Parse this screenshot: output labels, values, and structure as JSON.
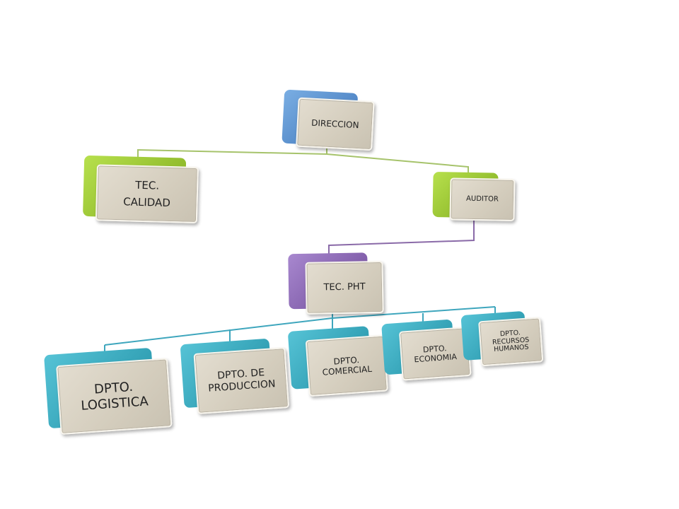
{
  "diagram": {
    "colors": {
      "blue": "#4f86c6",
      "green": "#8cbf2a",
      "purple": "#7e57a8",
      "teal": "#2c9fb5",
      "connector_green": "#a6c36b",
      "connector_purple": "#8a6aa8",
      "connector_teal": "#3ea6bd",
      "box_face": "#d8d2c4"
    },
    "nodes": {
      "direccion": "DIRECCION",
      "tec_calidad_line1": "TEC.",
      "tec_calidad_line2": "CALIDAD",
      "auditor": "AUDITOR",
      "tec_pht": "TEC. PHT",
      "logistica_line1": "DPTO.",
      "logistica_line2": "LOGISTICA",
      "produccion_line1": "DPTO. DE",
      "produccion_line2": "PRODUCCION",
      "comercial_line1": "DPTO.",
      "comercial_line2": "COMERCIAL",
      "economia_line1": "DPTO.",
      "economia_line2": "ECONOMIA",
      "rrhh_line1": "DPTO.",
      "rrhh_line2": "RECURSOS",
      "rrhh_line3": "HUMANOS"
    }
  }
}
